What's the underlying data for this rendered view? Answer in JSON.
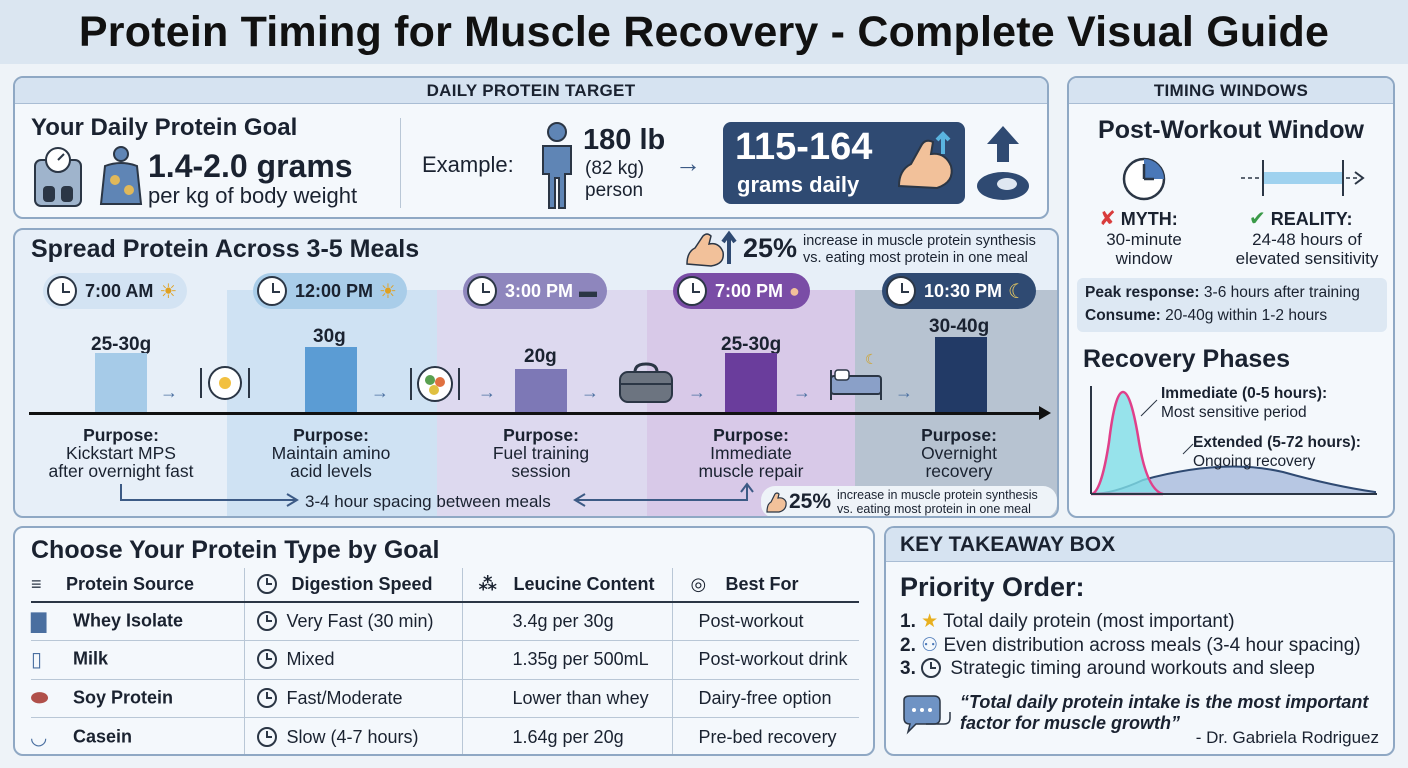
{
  "title": "Protein Timing for Muscle Recovery - Complete Visual Guide",
  "daily": {
    "header": "DAILY PROTEIN TARGET",
    "goal_title": "Your Daily Protein Goal",
    "goal_range": "1.4-2.0 grams",
    "goal_unit": "per kg of body weight",
    "example_label": "Example:",
    "weight_lb": "180 lb",
    "weight_kg": "(82 kg)",
    "person": "person",
    "result_range": "115-164",
    "result_unit": "grams daily"
  },
  "meals": {
    "title": "Spread Protein Across 3-5 Meals",
    "synth_pct": "25%",
    "synth_line1": "increase in muscle protein synthesis",
    "synth_line2": "vs. eating most protein in one meal",
    "spacing": "3-4 hour spacing between meals",
    "purpose_label": "Purpose:",
    "items": [
      {
        "time": "7:00 AM",
        "amount": "25-30g",
        "p1": "Kickstart MPS",
        "p2": "after overnight fast"
      },
      {
        "time": "12:00 PM",
        "amount": "30g",
        "p1": "Maintain amino",
        "p2": "acid levels"
      },
      {
        "time": "3:00 PM",
        "amount": "20g",
        "p1": "Fuel training",
        "p2": "session"
      },
      {
        "time": "7:00 PM",
        "amount": "25-30g",
        "p1": "Immediate",
        "p2": "muscle repair"
      },
      {
        "time": "10:30 PM",
        "amount": "30-40g",
        "p1": "Overnight",
        "p2": "recovery"
      }
    ],
    "amount_values_g": [
      27.5,
      30,
      20,
      27.5,
      35
    ]
  },
  "timing": {
    "header": "TIMING WINDOWS",
    "post_title": "Post-Workout Window",
    "myth_label": "MYTH:",
    "myth_l1": "30-minute",
    "myth_l2": "window",
    "reality_label": "REALITY:",
    "reality_l1": "24-48 hours of",
    "reality_l2": "elevated sensitivity",
    "peak_label": "Peak response:",
    "peak_value": "3-6 hours after training",
    "consume_label": "Consume:",
    "consume_value": "20-40g within 1-2 hours",
    "phases_title": "Recovery Phases",
    "immediate_label": "Immediate (0-5 hours):",
    "immediate_desc": "Most sensitive period",
    "extended_label": "Extended (5-72 hours):",
    "extended_desc": "Ongoing recovery"
  },
  "protein_table": {
    "title": "Choose Your Protein Type by Goal",
    "headers": [
      "Protein Source",
      "Digestion Speed",
      "Leucine Content",
      "Best For"
    ],
    "rows": [
      [
        "Whey Isolate",
        "Very Fast (30 min)",
        "3.4g per 30g",
        "Post-workout"
      ],
      [
        "Milk",
        "Mixed",
        "1.35g per 500mL",
        "Post-workout drink"
      ],
      [
        "Soy Protein",
        "Fast/Moderate",
        "Lower than whey",
        "Dairy-free option"
      ],
      [
        "Casein",
        "Slow (4-7 hours)",
        "1.64g per 20g",
        "Pre-bed recovery"
      ]
    ]
  },
  "takeaway": {
    "header": "KEY TAKEAWAY BOX",
    "priority_title": "Priority Order:",
    "items": [
      {
        "num": "1.",
        "text": "Total daily protein (most important)"
      },
      {
        "num": "2.",
        "text": "Even distribution across meals (3-4 hour spacing)"
      },
      {
        "num": "3.",
        "text": "Strategic timing around workouts and sleep"
      }
    ],
    "quote_l1": "“Total daily protein intake is the most important",
    "quote_l2": "factor for muscle growth”",
    "author": "- Dr. Gabriela Rodriguez"
  },
  "colors": {
    "navy": "#2f4a72",
    "accent_blue": "#3c6ca8",
    "myth_red": "#d93c3c",
    "reality_green": "#3a9a48"
  }
}
